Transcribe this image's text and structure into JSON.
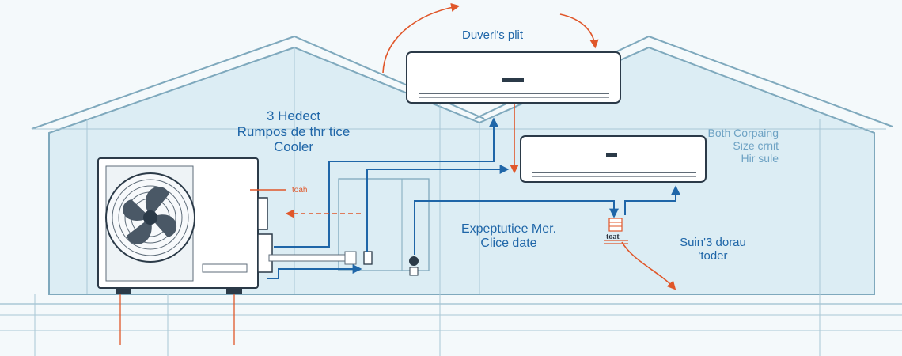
{
  "diagram": {
    "title": "Duverl's plit",
    "left_label": [
      "3 Hedect",
      "Rumpos de thr tice",
      "Cooler"
    ],
    "right_label": [
      "Both Corpaing",
      "Size crnit",
      "Hir sule"
    ],
    "center_label": [
      "Expeptutiee Mer.",
      "Clice date"
    ],
    "bottom_label": [
      "Suin'3 dorau",
      "'toder"
    ],
    "outdoor_tag": "toah",
    "coil_tag": "toat"
  },
  "colors": {
    "background": "#f4f9fb",
    "house_fill": "#dcedf4",
    "house_line": "#7fa9bd",
    "refrigerant_line": "#1f66a8",
    "airflow_arrow": "#e0572a",
    "unit_body": "#ffffff"
  },
  "icons": {
    "outdoor_unit": "condenser-fan-icon",
    "indoor_units": "wall-split-unit-icon",
    "coil": "coil-icon"
  }
}
